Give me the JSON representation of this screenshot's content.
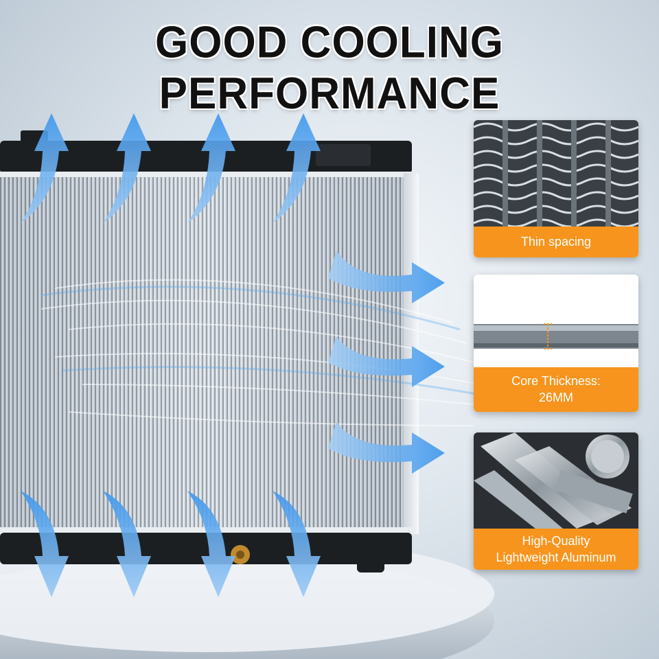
{
  "title": "GOOD COOLING PERFORMANCE",
  "features": [
    {
      "label": "Thin spacing"
    },
    {
      "label_line1": "Core Thickness:",
      "label_line2": "26MM"
    },
    {
      "label_line1": "High-Quality",
      "label_line2": "Lightweight Aluminum"
    }
  ],
  "colors": {
    "accent": "#f7941d",
    "arrow": "#5aa9f0",
    "title": "#111111"
  },
  "icons": [
    "airflow-arrow-icon"
  ]
}
